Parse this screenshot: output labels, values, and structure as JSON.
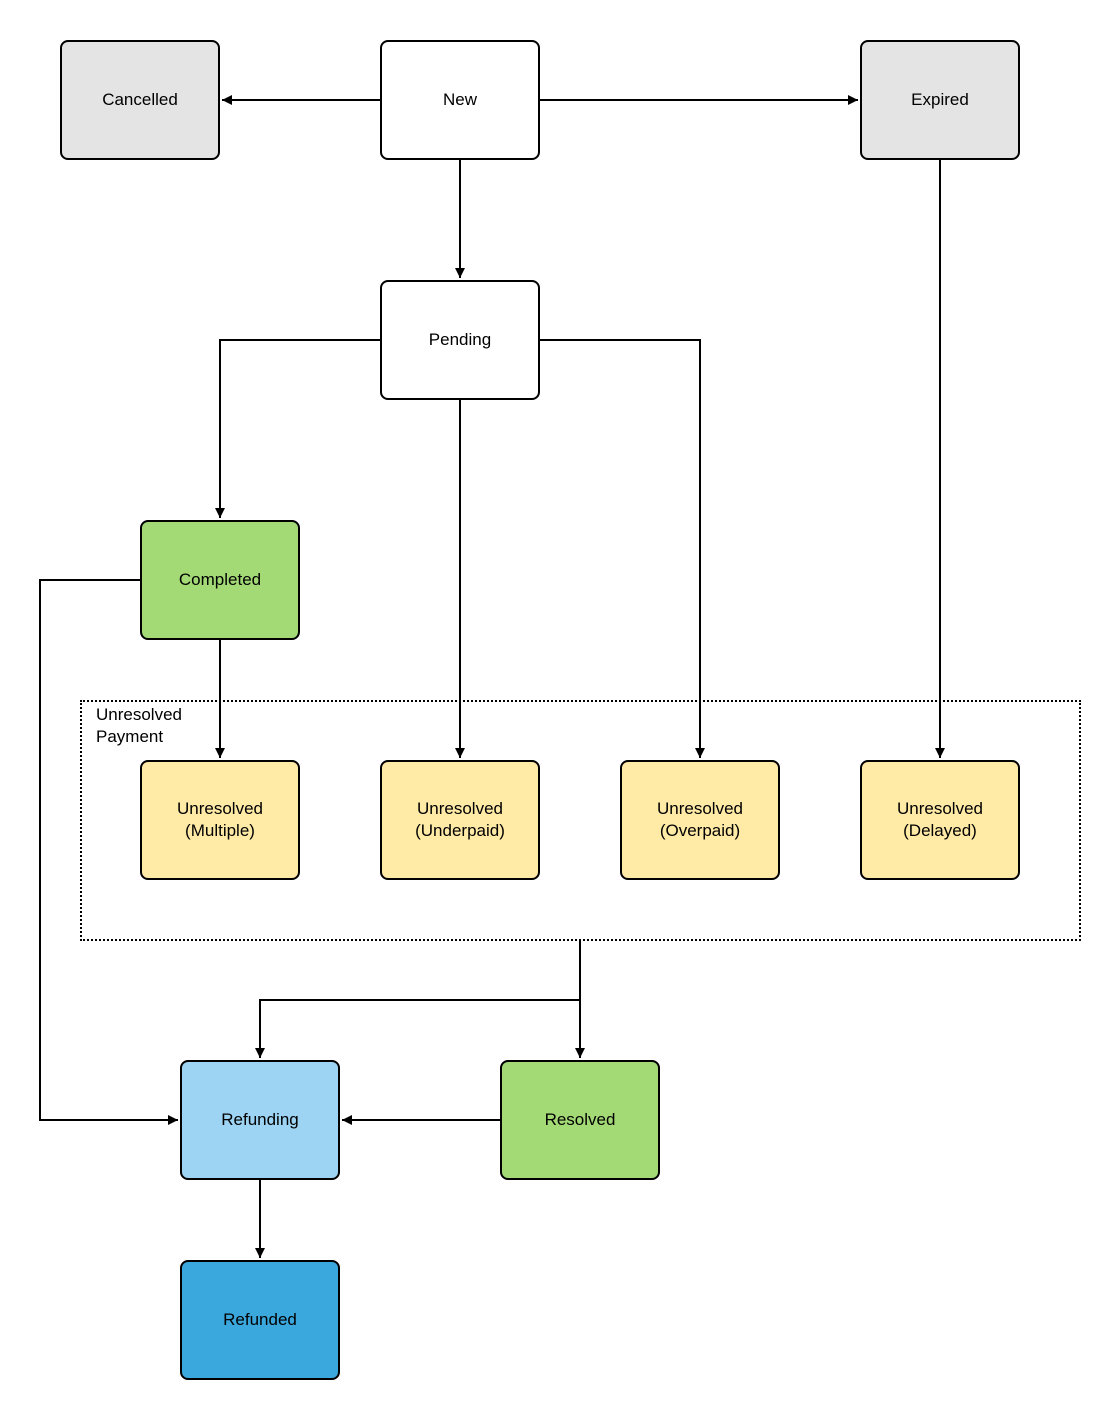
{
  "colors": {
    "white": "#ffffff",
    "gray": "#e4e4e4",
    "green": "#a3da76",
    "yellow": "#ffeaa6",
    "light_blue": "#9dd3f3",
    "blue": "#3aa7dd"
  },
  "group": {
    "label_line1": "Unresolved",
    "label_line2": "Payment"
  },
  "nodes": {
    "cancelled": {
      "line1": "Cancelled"
    },
    "new": {
      "line1": "New"
    },
    "expired": {
      "line1": "Expired"
    },
    "pending": {
      "line1": "Pending"
    },
    "completed": {
      "line1": "Completed"
    },
    "unresolved_multiple": {
      "line1": "Unresolved",
      "line2": "(Multiple)"
    },
    "unresolved_underpaid": {
      "line1": "Unresolved",
      "line2": "(Underpaid)"
    },
    "unresolved_overpaid": {
      "line1": "Unresolved",
      "line2": "(Overpaid)"
    },
    "unresolved_delayed": {
      "line1": "Unresolved",
      "line2": "(Delayed)"
    },
    "refunding": {
      "line1": "Refunding"
    },
    "resolved": {
      "line1": "Resolved"
    },
    "refunded": {
      "line1": "Refunded"
    }
  },
  "edges": [
    {
      "from": "New",
      "to": "Cancelled"
    },
    {
      "from": "New",
      "to": "Expired"
    },
    {
      "from": "New",
      "to": "Pending"
    },
    {
      "from": "Pending",
      "to": "Completed"
    },
    {
      "from": "Pending",
      "to": "Unresolved (Underpaid)"
    },
    {
      "from": "Pending",
      "to": "Unresolved (Overpaid)"
    },
    {
      "from": "Expired",
      "to": "Unresolved (Delayed)"
    },
    {
      "from": "Completed",
      "to": "Unresolved (Multiple)"
    },
    {
      "from": "Completed",
      "to": "Refunding"
    },
    {
      "from": "Unresolved Payment",
      "to": "Refunding"
    },
    {
      "from": "Unresolved Payment",
      "to": "Resolved"
    },
    {
      "from": "Resolved",
      "to": "Refunding"
    },
    {
      "from": "Refunding",
      "to": "Refunded"
    }
  ]
}
